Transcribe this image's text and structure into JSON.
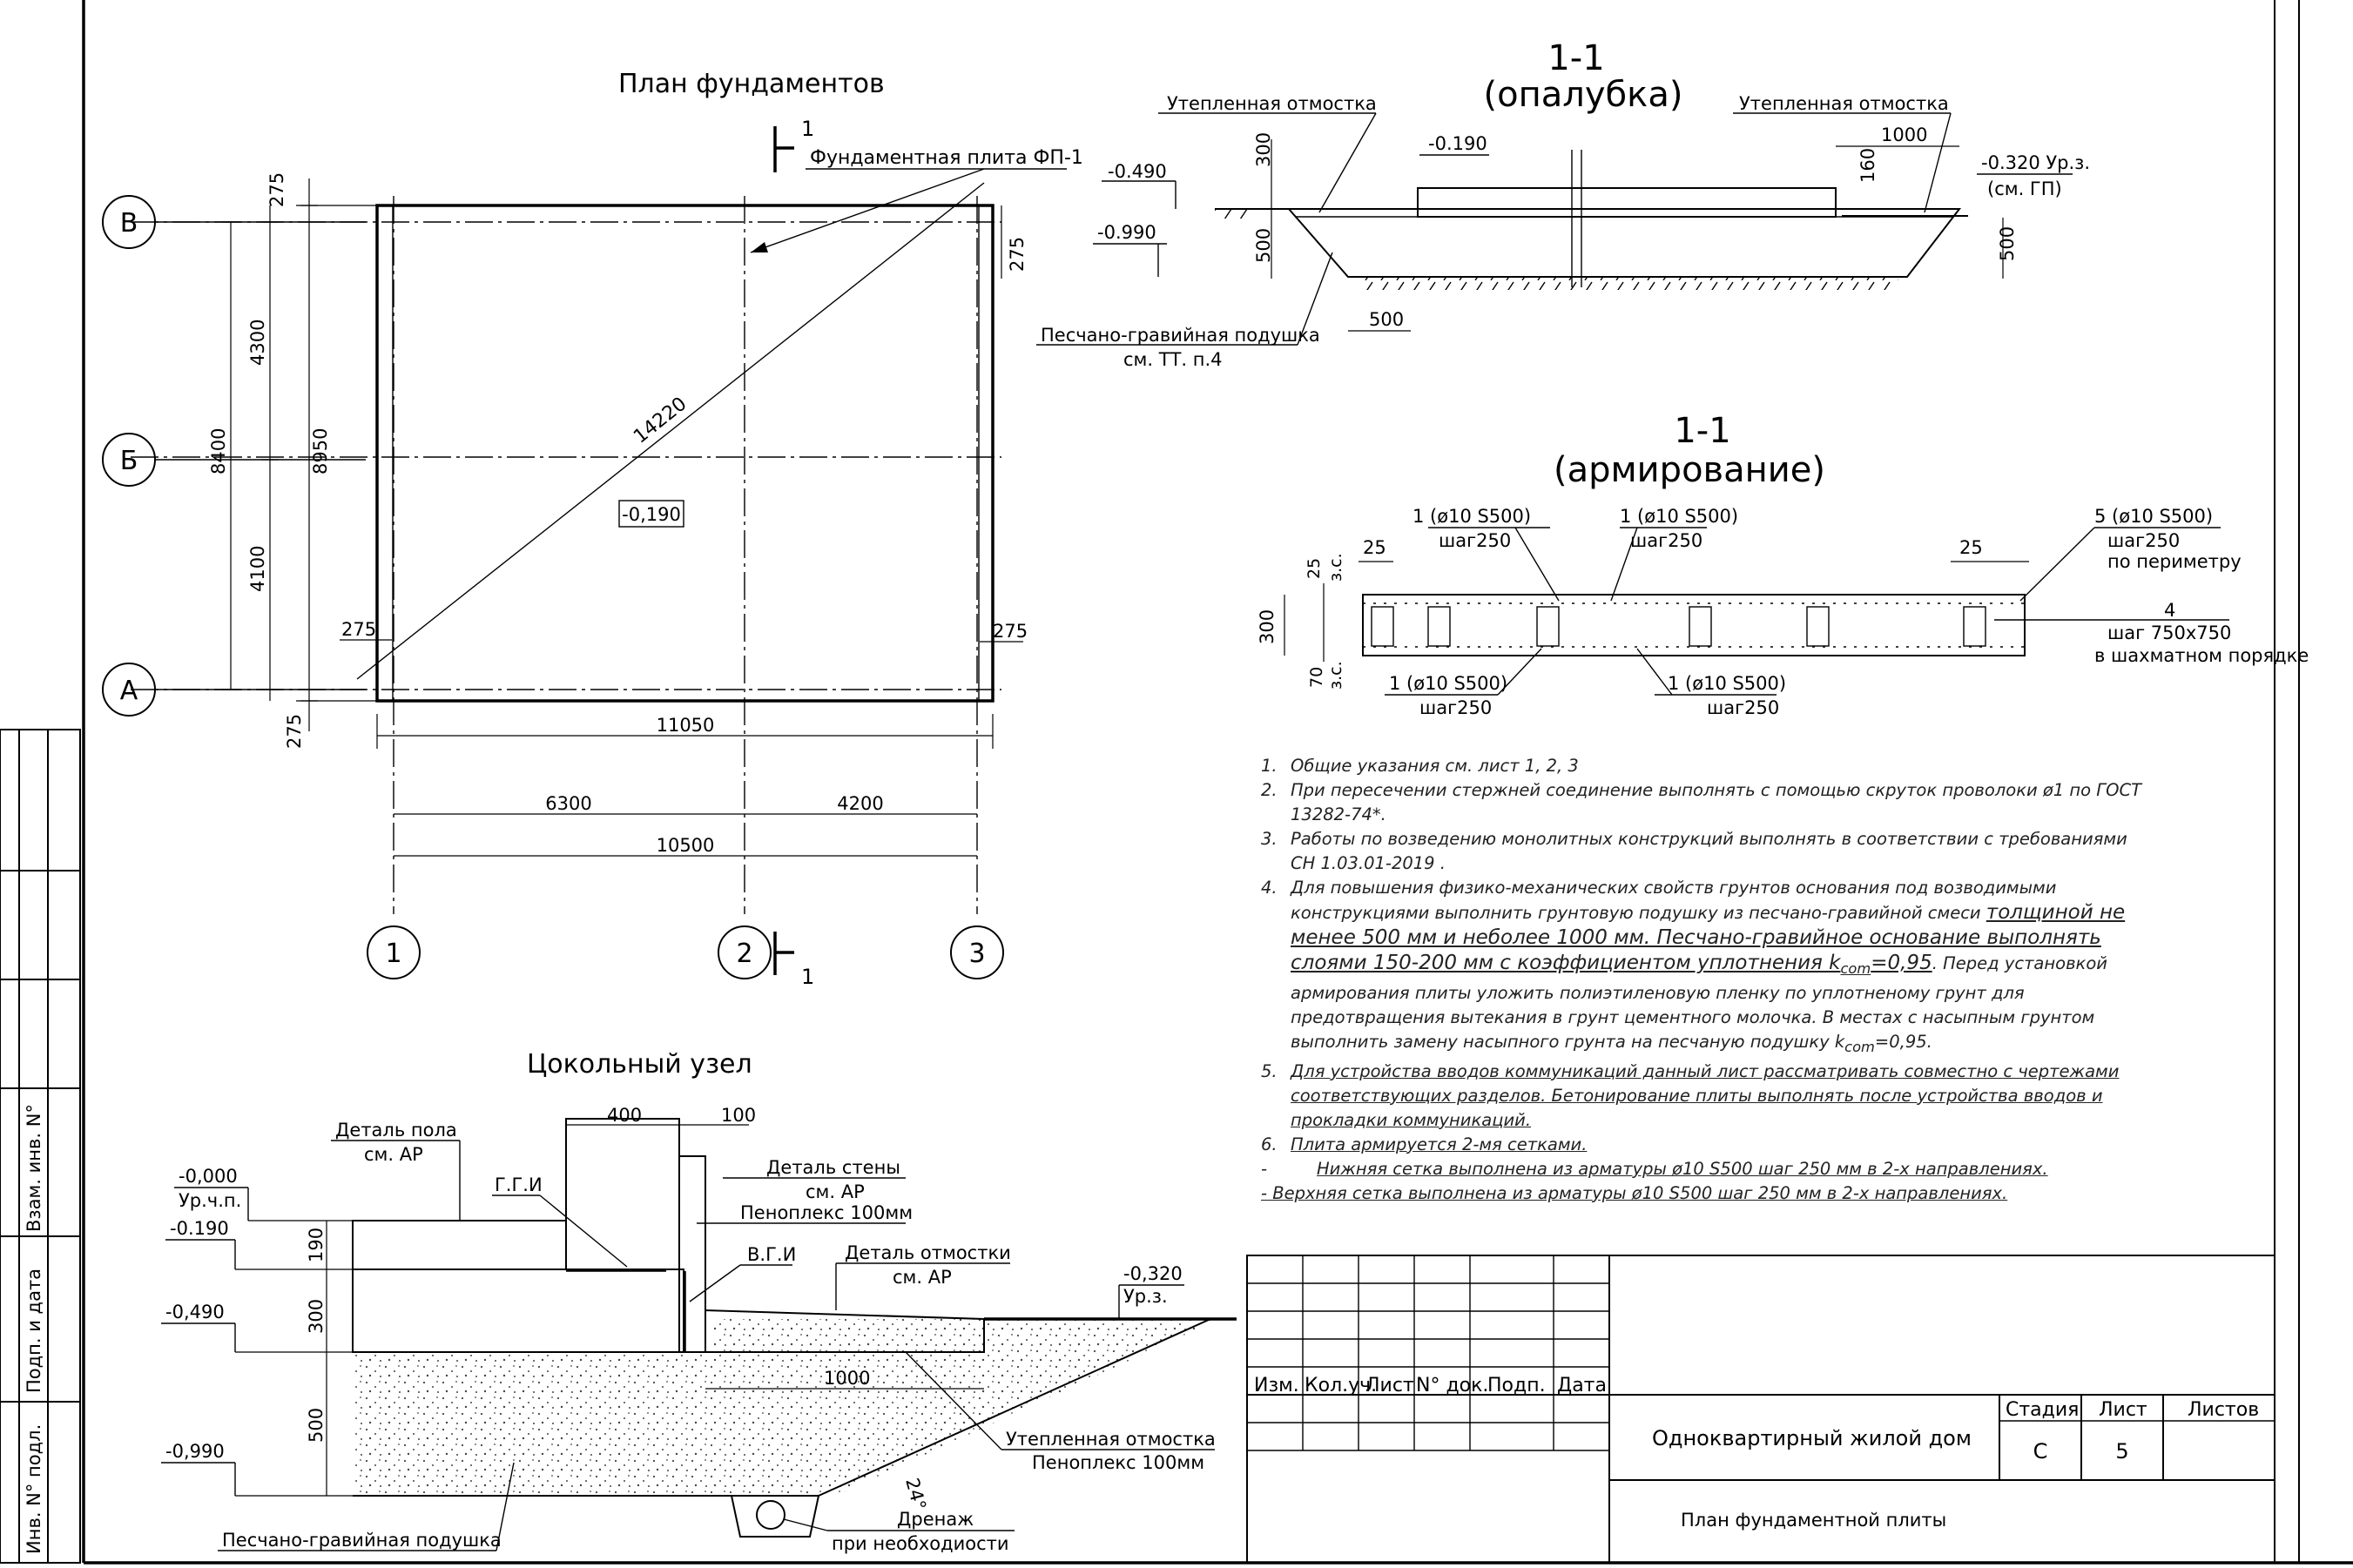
{
  "plan": {
    "title": "План фундаментов",
    "slab_label": "Фундаментная плита ФП-1",
    "section_mark": "1",
    "diagonal": "14220",
    "level": "-0,190",
    "axes_rows": [
      "В",
      "Б",
      "А"
    ],
    "axes_cols": [
      "1",
      "2",
      "3"
    ],
    "dims": {
      "d275": "275",
      "d4300": "4300",
      "d4100": "4100",
      "d8400": "8400",
      "d8950": "8950",
      "d11050": "11050",
      "d6300": "6300",
      "d4200": "4200",
      "d10500": "10500"
    }
  },
  "section1": {
    "title_num": "1-1",
    "title_sub": "(опалубка)",
    "insul_left": "Утепленная отмостка",
    "insul_right": "Утепленная отмостка",
    "lvl_m0490": "-0.490",
    "lvl_m0990": "-0.990",
    "lvl_m0190": "-0.190",
    "lvl_m0320": "-0.320 Ур.з.",
    "lvl_gp": "(см. ГП)",
    "d300": "300",
    "d500a": "500",
    "d500b": "500",
    "d500c": "500",
    "d1000": "1000",
    "d160": "160",
    "cushion": "Песчано-гравийная подушка",
    "cushion_ref": "см. ТТ. п.4"
  },
  "section2": {
    "title_num": "1-1",
    "title_sub": "(армирование)",
    "rebar_a": "1 (ø10 S500)",
    "rebar_a_step": "шаг250",
    "rebar_b": "1 (ø10 S500)",
    "rebar_b_step": "шаг250",
    "rebar_c": "5 (ø10 S500)",
    "rebar_c_step": "шаг250",
    "rebar_c_note": "по периметру",
    "rebar_d_num": "4",
    "rebar_d_step": "шаг 750х750",
    "rebar_d_note": "в шахматном порядке",
    "rebar_e": "1 (ø10 S500)",
    "rebar_e_step": "шаг250",
    "rebar_f": "1 (ø10 S500)",
    "rebar_f_step": "шаг250",
    "d25a": "25",
    "d25b": "25",
    "d25c": "25",
    "d300": "300",
    "d70": "70",
    "zs": "з.с."
  },
  "notes": {
    "n1": "Общие указания см. лист 1, 2, 3",
    "n2": "При пересечении  стержней  соединение выполнять с помощью скруток проволоки ø1 по ГОСТ 13282-74*.",
    "n3": "Работы по возведению монолитных конструкций выполнять в соответствии с требованиями СН 1.03.01-2019 .",
    "n4a": "Для повышения физико-механических свойств грунтов основания под возводимыми конструкциями выполнить грунтовую подушку из песчано-гравийной смеси ",
    "n4b": "толщиной не менее 500 мм и неболее 1000 мм. Песчано-гравийное основание выполнять слоями 150-200 мм с коэффициентом уплотнения k",
    "n4c": "com",
    "n4d": "=0,95",
    "n4e": ". Перед установкой армирования плиты уложить полиэтиленовую пленку по уплотненому грунт для предотвращения вытекания в грунт цементного молочка. В местах с насыпным грунтом выполнить замену насыпного грунта на песчаную подушку  k",
    "n4f": "com",
    "n4g": "=0,95.",
    "n5": "Для устройства вводов коммуникаций данный лист рассматривать совместно с чертежами соответствующих разделов. Бетонирование плиты выполнять после устройства вводов и прокладки коммуникаций.",
    "n6": "Плита армируется 2-мя сетками.",
    "n7": "Нижняя сетка выполнена из арматуры ø10 S500 шаг 250 мм в 2-х направлениях.",
    "n8": "- Верхняя сетка выполнена из арматуры ø10 S500 шаг 250 мм в 2-х направлениях.",
    "nums": [
      "1.",
      "2.",
      "3.",
      "4.",
      "5.",
      "6.",
      "-"
    ]
  },
  "plinth": {
    "title": "Цокольный узел",
    "floor_detail": "Деталь пола",
    "floor_ref": "см. АР",
    "wall_detail": "Деталь стены",
    "wall_ref": "см. АР",
    "penoplex": "Пеноплекс 100мм",
    "ggi": "Г.Г.И",
    "vgi": "В.Г.И",
    "otm_detail": "Деталь отмостки",
    "otm_ref": "см. АР",
    "lvl_0000": "-0,000",
    "lvl_ur4p": "Ур.ч.п.",
    "lvl_m0190": "-0.190",
    "lvl_m0490": "-0,490",
    "lvl_m0990": "-0,990",
    "lvl_m0320": "-0,320",
    "lvl_urz": "Ур.з.",
    "d400": "400",
    "d100": "100",
    "d190": "190",
    "d300": "300",
    "d500": "500",
    "d1000": "1000",
    "angle": "24°",
    "insul_otm": "Утепленная отмостка",
    "insul_otm_mat": "Пеноплекс 100мм",
    "drain": "Дренаж",
    "drain_note": "при необходиости",
    "cushion": "Песчано-гравийная подушка"
  },
  "stamp": {
    "col_izm": "Изм.",
    "col_kol": "Кол.уч.",
    "col_list": "Лист",
    "col_ndoc": "N° док.",
    "col_podp": "Подп.",
    "col_data": "Дата",
    "project": "Одноквартирный жилой дом",
    "sheet_title": "План фундаментной плиты",
    "stage_h": "Стадия",
    "list_h": "Лист",
    "listov_h": "Листов",
    "stage": "С",
    "list_no": "5"
  },
  "side": {
    "vzam": "Взам. инв. N°",
    "podp": "Подп. и дата",
    "inv": "Инв. N° подл."
  }
}
